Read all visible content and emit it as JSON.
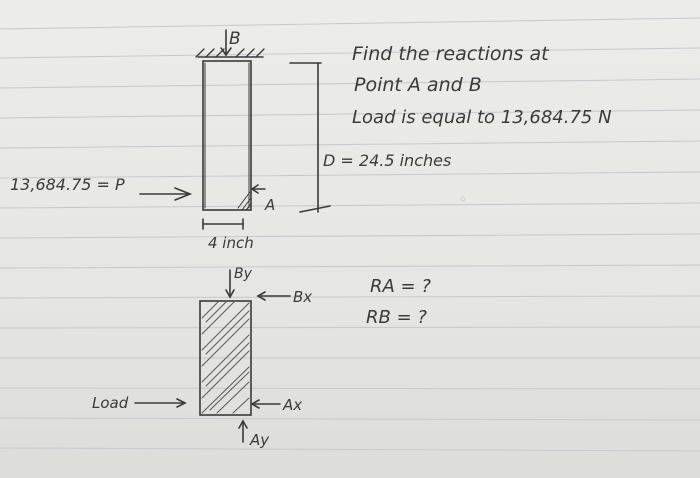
{
  "problem": {
    "line1": "Find the reactions at",
    "line2": "Point A and B",
    "line3": "Load is equal to 13,684.75 N",
    "dimension": "D = 24.5 inches"
  },
  "top_diagram": {
    "label_b": "B",
    "label_a": "A",
    "load_label": "13,684.75 = P",
    "width_label": "4 inch"
  },
  "fbd": {
    "by": "By",
    "bx": "Bx",
    "load": "Load",
    "ax": "Ax",
    "ay": "Ay"
  },
  "unknowns": {
    "ra": "RA = ?",
    "rb": "RB = ?"
  },
  "colors": {
    "paper": "#e9e9e6",
    "rule_line": "#c9cccf",
    "ink": "#3a3a3a"
  }
}
